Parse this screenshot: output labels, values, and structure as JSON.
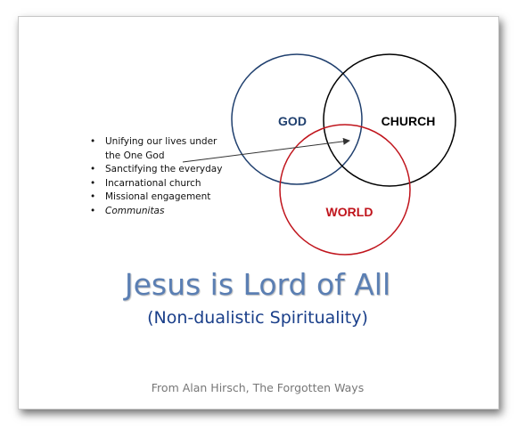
{
  "diagram": {
    "circles": [
      {
        "label": "GOD",
        "color": "#1f3f6e"
      },
      {
        "label": "CHURCH",
        "color": "#000000"
      },
      {
        "label": "WORLD",
        "color": "#c0141c"
      }
    ],
    "bullets": [
      "Unifying our lives under the One God",
      "Sanctifying the everyday",
      "Incarnational church",
      "Missional engagement",
      "Communitas"
    ]
  },
  "title": "Jesus is Lord of All",
  "subtitle": "(Non-dualistic Spirituality)",
  "credit": "From Alan Hirsch, The Forgotten Ways"
}
